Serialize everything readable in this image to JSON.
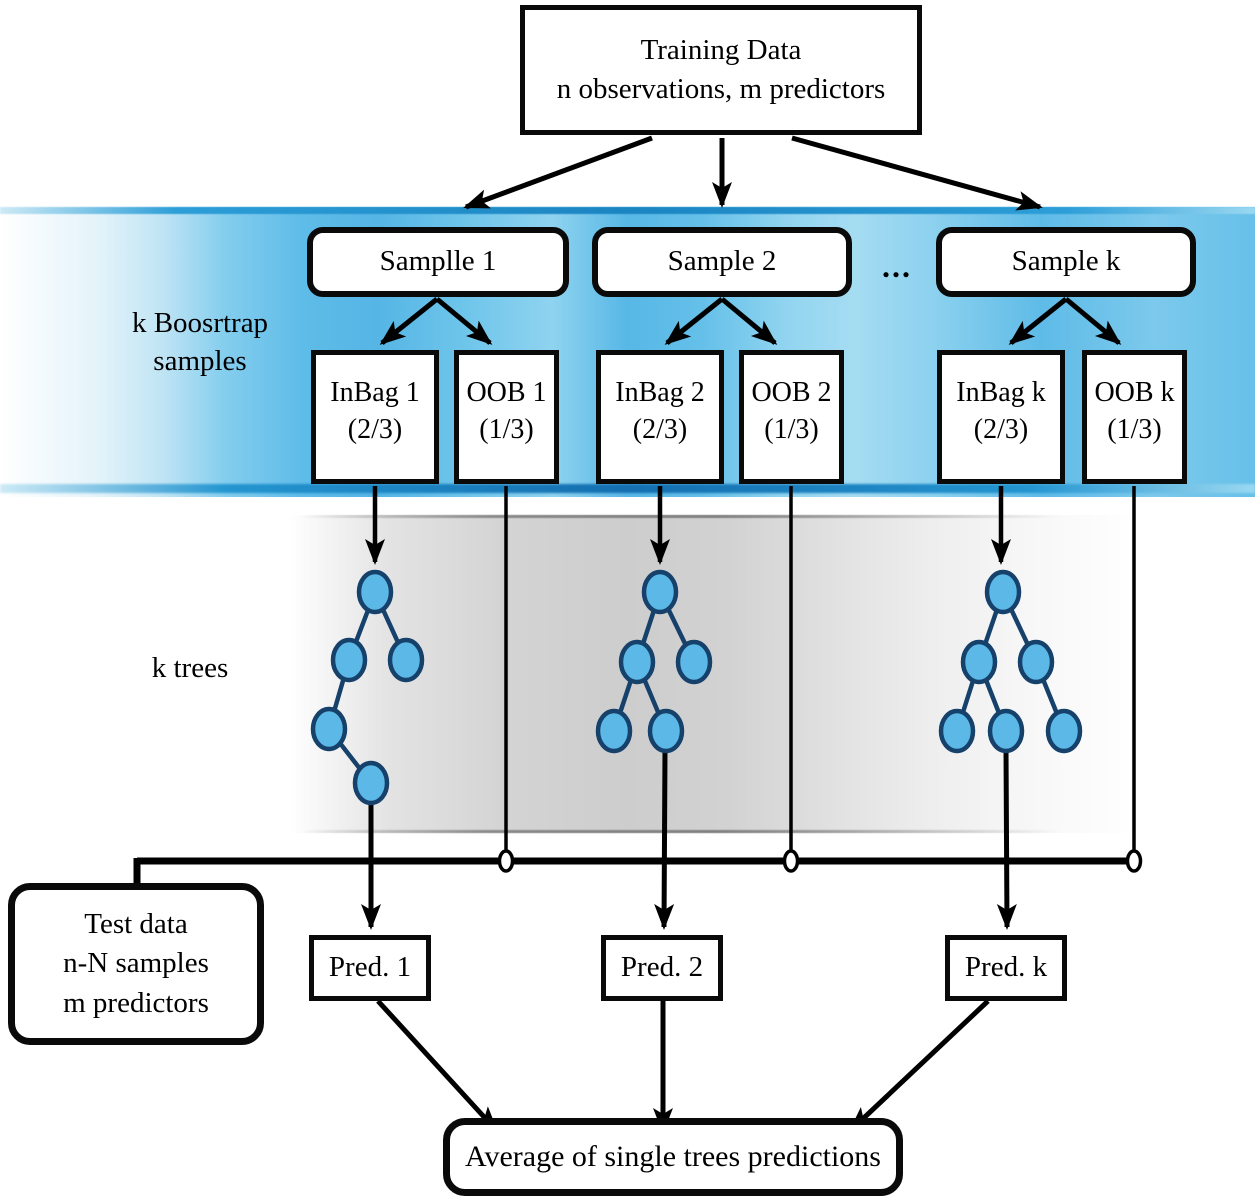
{
  "training_box": {
    "line1": "Training Data",
    "line2": "n observations, m predictors"
  },
  "bootstrap_samples_label": {
    "line1": "k Boosrtrap",
    "line2": "samples"
  },
  "trees_label": "k trees",
  "ellipsis": "...",
  "sample_boxes": [
    {
      "label": "Samplle 1"
    },
    {
      "label": "Sample 2"
    },
    {
      "label": "Sample k"
    }
  ],
  "bag_boxes": [
    {
      "name": "InBag 1",
      "fraction": "(2/3)"
    },
    {
      "name": "OOB 1",
      "fraction": "(1/3)"
    },
    {
      "name": "InBag 2",
      "fraction": "(2/3)"
    },
    {
      "name": "OOB 2",
      "fraction": "(1/3)"
    },
    {
      "name": "InBag k",
      "fraction": "(2/3)"
    },
    {
      "name": "OOB k",
      "fraction": "(1/3)"
    }
  ],
  "prediction_boxes": [
    {
      "label": "Pred. 1"
    },
    {
      "label": "Pred. 2"
    },
    {
      "label": "Pred. k"
    }
  ],
  "test_data_box": {
    "line1": "Test data",
    "line2": "n-N samples",
    "line3": "m predictors"
  },
  "average_box": {
    "label": "Average of single trees predictions"
  },
  "colors": {
    "tree_node_fill": "#5cb8e6",
    "tree_node_stroke": "#16416b",
    "bootstrap_band_blue": "#62bde8",
    "band_edge_blue": "#1b85c2",
    "trees_band_gray": "#cdcdcd",
    "connector_black": "#000000"
  }
}
